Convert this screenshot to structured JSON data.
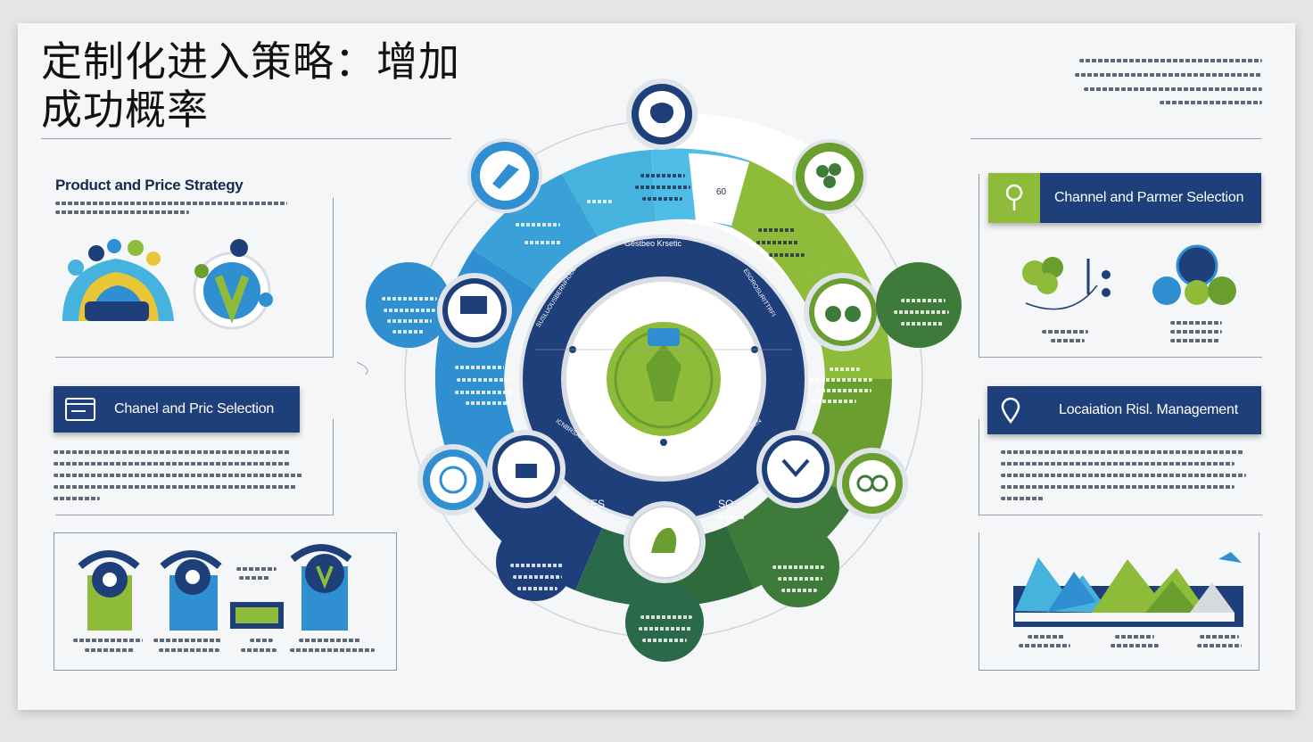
{
  "title_line1": "定制化进入策略：增加",
  "title_line2": "成功概率",
  "sections": {
    "product_price": "Product and Price Strategy",
    "channel_price": "Chanel and Pric Selection",
    "channel_partner": "Channel and Parmer Selection",
    "location_risk": "Locaiation Risl. Management"
  },
  "wheel": {
    "top_label": "Gestbeo Krsetic",
    "left_label": "SUSLUOUSBERNFIUUL",
    "right_label": "ESOROSURITTRFI",
    "bottom_left_label": "ICNBRSAPB",
    "bottom_right_label": "ELRERETEN",
    "seg_mark1": "ES",
    "seg_mark2": "ES",
    "seg_mark3": "SO",
    "seg_mark4": "60"
  },
  "colors": {
    "navy": "#1f3f7a",
    "blue": "#2f8fd0",
    "light_blue": "#46b3df",
    "green": "#6a9e2e",
    "lime": "#8fbb3a",
    "dark_green": "#3e7a3a"
  },
  "icons": [
    "brain-icon",
    "leaf-icon",
    "pin-icon",
    "shield-icon",
    "tree-icon",
    "glasses-icon"
  ]
}
